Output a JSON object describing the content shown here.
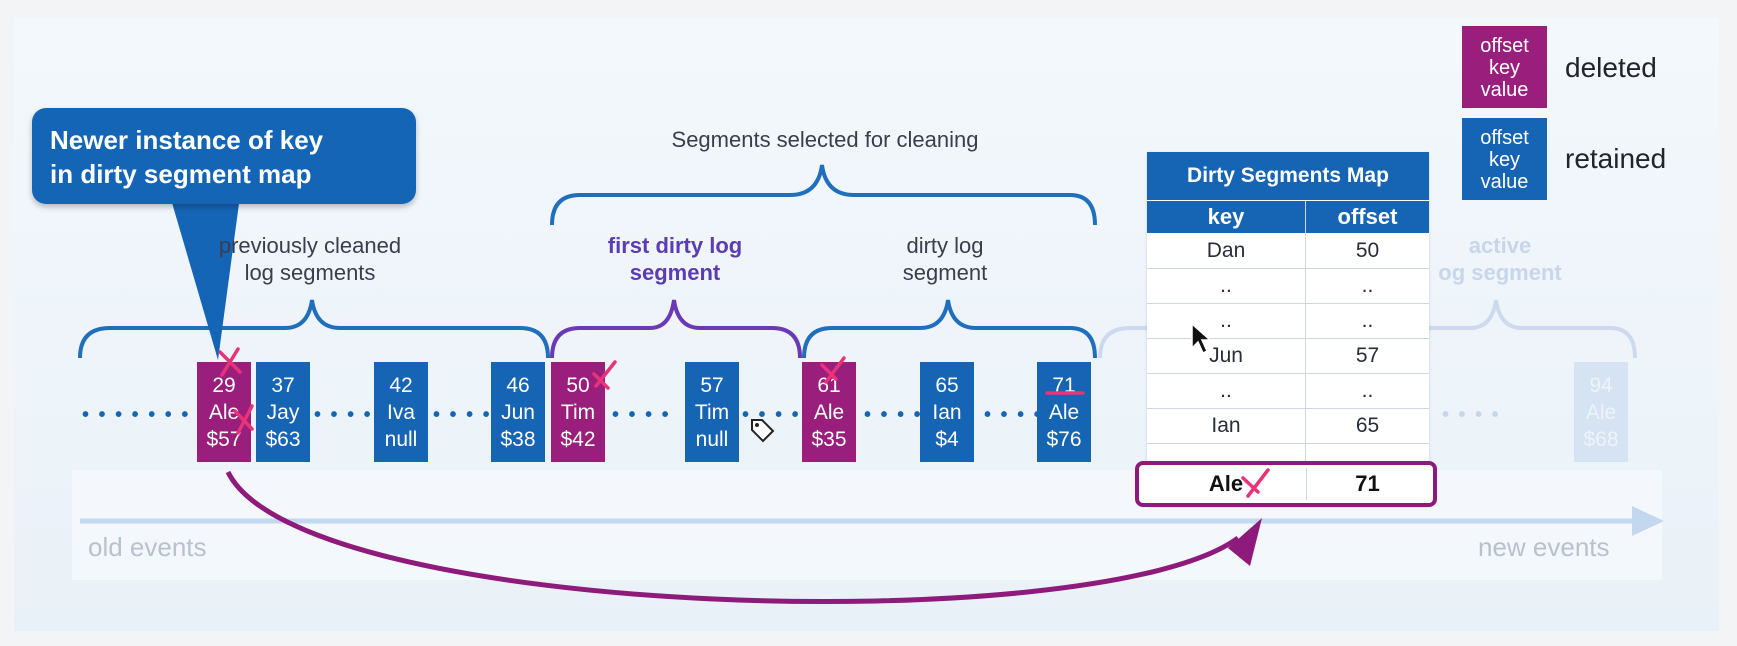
{
  "callout": {
    "line1": "Newer instance of key",
    "line2": "in dirty segment map"
  },
  "heading": "Segments selected for cleaning",
  "segment_labels": {
    "previously_cleaned": {
      "line1": "previously cleaned",
      "line2": "log segments"
    },
    "first_dirty": {
      "line1": "first dirty log",
      "line2": "segment"
    },
    "dirty": {
      "line1": "dirty log",
      "line2": "segment"
    },
    "active": {
      "line1": "active",
      "line2": "og segment"
    }
  },
  "records": [
    {
      "offset": "29",
      "key": "Ale",
      "value": "$57",
      "state": "deleted"
    },
    {
      "offset": "37",
      "key": "Jay",
      "value": "$63",
      "state": "retained"
    },
    {
      "offset": "42",
      "key": "Iva",
      "value": "null",
      "state": "retained"
    },
    {
      "offset": "46",
      "key": "Jun",
      "value": "$38",
      "state": "retained"
    },
    {
      "offset": "50",
      "key": "Tim",
      "value": "$42",
      "state": "deleted"
    },
    {
      "offset": "57",
      "key": "Tim",
      "value": "null",
      "state": "retained"
    },
    {
      "offset": "61",
      "key": "Ale",
      "value": "$35",
      "state": "deleted"
    },
    {
      "offset": "65",
      "key": "Ian",
      "value": "$4",
      "state": "retained"
    },
    {
      "offset": "71",
      "key": "Ale",
      "value": "$76",
      "state": "retained"
    },
    {
      "offset": "94",
      "key": "Ale",
      "value": "$68",
      "state": "active"
    }
  ],
  "dots": {
    "short": "• • • •",
    "long": "• • • • • • •"
  },
  "legend": {
    "box_line1": "offset",
    "box_line2": "key",
    "box_line3": "value",
    "deleted_label": "deleted",
    "retained_label": "retained",
    "deleted_color": "#9a1f7d",
    "retained_color": "#1665b5"
  },
  "map": {
    "title": "Dirty Segments Map",
    "col_key": "key",
    "col_offset": "offset",
    "rows": [
      {
        "key": "Dan",
        "offset": "50"
      },
      {
        "key": "..",
        "offset": ".."
      },
      {
        "key": "..",
        "offset": ".."
      },
      {
        "key": "Jun",
        "offset": "57"
      },
      {
        "key": "..",
        "offset": ".."
      },
      {
        "key": "Ian",
        "offset": "65"
      },
      {
        "key": "..",
        "offset": ".."
      }
    ],
    "highlight": {
      "key": "Ale",
      "offset": "71"
    }
  },
  "timeline": {
    "old": "old events",
    "new": "new events"
  },
  "colors": {
    "accent_blue": "#1665b5",
    "accent_magenta": "#9a1f7d",
    "mark_pink": "#e8337a",
    "brace_purple": "#6a3ab6"
  }
}
